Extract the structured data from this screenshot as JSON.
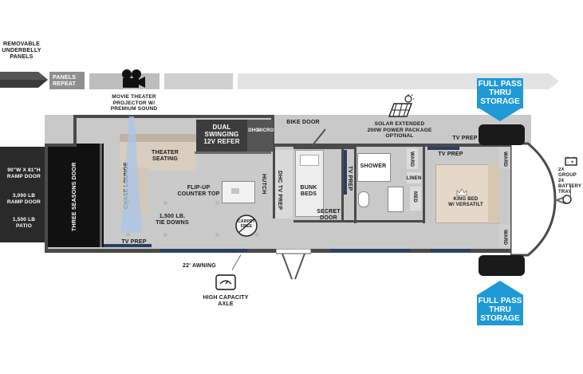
{
  "legend": {
    "removable_panels": "REMOVABLE\nUNDERBELLY\nPANELS",
    "panels_repeat": "PANELS\nREPEAT"
  },
  "callouts": {
    "movie_theater": "MOVIE THEATER\nPROJECTOR W/\nPREMIUM SOUND",
    "bike_door": "BIKE DOOR",
    "solar": "SOLAR EXTENDED\n200W POWER PACKAGE\nOPTIONAL",
    "battery": "2X GROUP 24\nBATTERY\nTRAY",
    "awning": "22' AWNING",
    "axle": "HIGH CAPACITY\nAXLE"
  },
  "storage": {
    "top": "FULL PASS\nTHRU\nSTORAGE",
    "bottom": "FULL PASS\nTHRU\nSTORAGE"
  },
  "rooms": {
    "ramp_door_size": "90\"W x 81\"H\nRAMP DOOR",
    "ramp_door_rating": "3,000 LB\nRAMP DOOR",
    "patio_rating": "1,500 LB\nPATIO",
    "three_seasons_door": "THREE SEASONS\nDOOR",
    "chase_lounge": "CHASE\nLOUNGE",
    "theater_seating": "THEATER\nSEATING",
    "refer": "DUAL\nSWINGING\n12V REFER",
    "dhc": "DHC",
    "micro": "MICRO",
    "flip_up": "FLIP-UP\nCOUNTER TOP",
    "tie_downs": "1,500 LB.\nTIE DOWNS",
    "carpet_free": "CARPET\nFREE",
    "hutch": "HUTCH",
    "dhc_tv_prep": "DHC\nTV PREP",
    "bunk_beds": "BUNK\nBEDS",
    "secret_door": "SECRET\nDOOR",
    "tv_prep_vertical": "TV PREP",
    "shower": "SHOWER",
    "ward_small": "WARD",
    "linen": "LINEN",
    "med": "MED",
    "tv_prep_top": "TV PREP",
    "tv_prep_bed": "TV PREP",
    "king_bed": "KING BED\nW/ VERSATILT",
    "wardrobe_top": "WARD",
    "wardrobe_bottom": "WARD",
    "tv_prep_garage": "TV PREP"
  },
  "colors": {
    "wall": "#4a4a4a",
    "floor": "#c9c9c9",
    "storage_blue": "#1e9ad6",
    "tv_navy": "#2c3e63",
    "projector_beam": "#a9c6e8",
    "bed": "#e5d8c9"
  }
}
